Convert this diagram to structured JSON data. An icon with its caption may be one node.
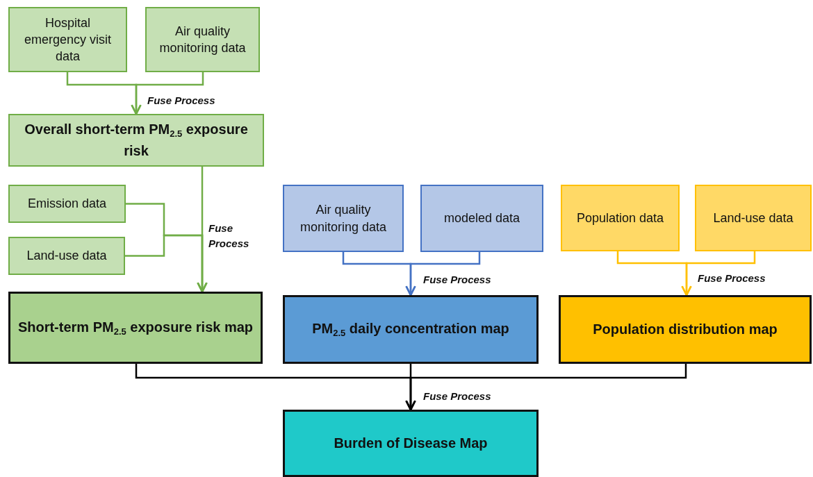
{
  "diagram": {
    "nodes": [
      {
        "text": [
          "Hospital emergency visit data"
        ]
      },
      {
        "text": [
          "Air quality monitoring data"
        ]
      },
      {
        "text": [
          "Overall short-term PM$_{2.5}$ exposure risk"
        ]
      },
      {
        "text": [
          "Emission data"
        ]
      },
      {
        "text": [
          "Land-use data"
        ]
      },
      {
        "text": [
          "Short-term PM$_{2.5}$ exposure risk map"
        ]
      },
      {
        "text": [
          "Air quality monitoring data"
        ]
      },
      {
        "text": [
          "modeled data"
        ]
      },
      {
        "text": [
          "PM$_{2.5}$ daily concentration map"
        ]
      },
      {
        "text": [
          "Population data"
        ]
      },
      {
        "text": [
          "Land-use data"
        ]
      },
      {
        "text": [
          "Population distribution map"
        ]
      },
      {
        "text": [
          "Burden of Disease Map"
        ]
      }
    ],
    "edges": [
      {
        "from": 0,
        "to": 2,
        "arrow": "to",
        "label": "Fuse Process"
      },
      {
        "from": 1,
        "to": 2,
        "arrow": "to"
      },
      {
        "from": 2,
        "to": 5,
        "arrow": "to",
        "label": "Fuse Process"
      },
      {
        "from": 3,
        "to": 5,
        "arrow": "to"
      },
      {
        "from": 4,
        "to": 5,
        "arrow": "to"
      },
      {
        "from": 6,
        "to": 8,
        "arrow": "to",
        "label": "Fuse Process",
        "color": "#4472c4"
      },
      {
        "from": 7,
        "to": 8,
        "arrow": "to",
        "color": "#4472c4"
      },
      {
        "from": 9,
        "to": 11,
        "arrow": "to",
        "label": "Fuse Process",
        "color": "#ffc000"
      },
      {
        "from": 10,
        "to": 11,
        "arrow": "to",
        "color": "#ffc000"
      },
      {
        "from": 5,
        "to": 12,
        "arrow": "to",
        "color": "#000000"
      },
      {
        "from": 8,
        "to": 12,
        "arrow": "to",
        "label": "Fuse Process",
        "color": "#000000"
      },
      {
        "from": 11,
        "to": 12,
        "arrow": "to",
        "color": "#000000"
      }
    ]
  }
}
